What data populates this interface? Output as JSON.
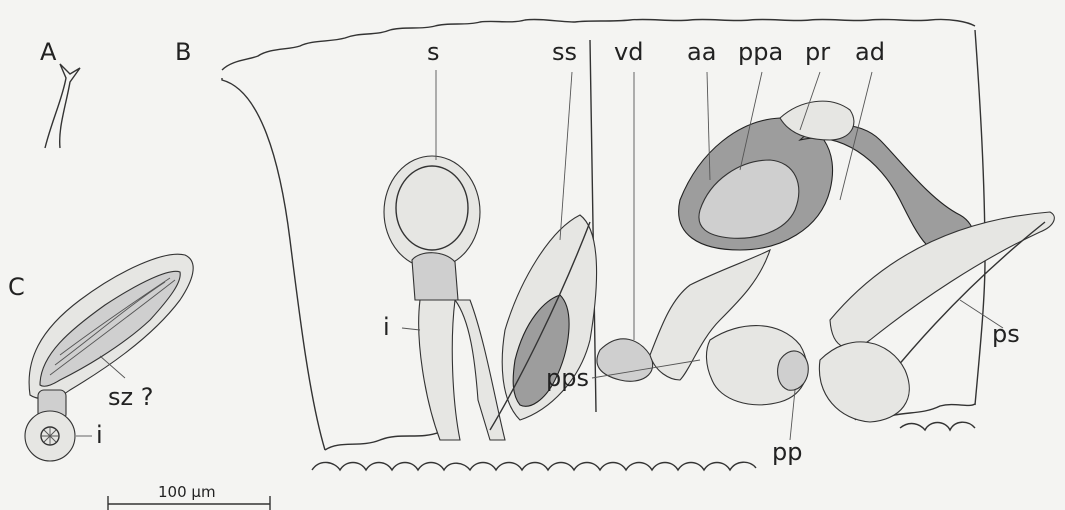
{
  "panels": {
    "a": "A",
    "b": "B",
    "c": "C"
  },
  "labels": {
    "s": "s",
    "ss": "ss",
    "vd": "vd",
    "aa": "aa",
    "ppa": "ppa",
    "pr": "pr",
    "ad": "ad",
    "ps": "ps",
    "pps": "pps",
    "pp": "pp",
    "i_b": "i",
    "sz": "sz ?",
    "i_c": "i"
  },
  "scale_bar": "100 µm"
}
